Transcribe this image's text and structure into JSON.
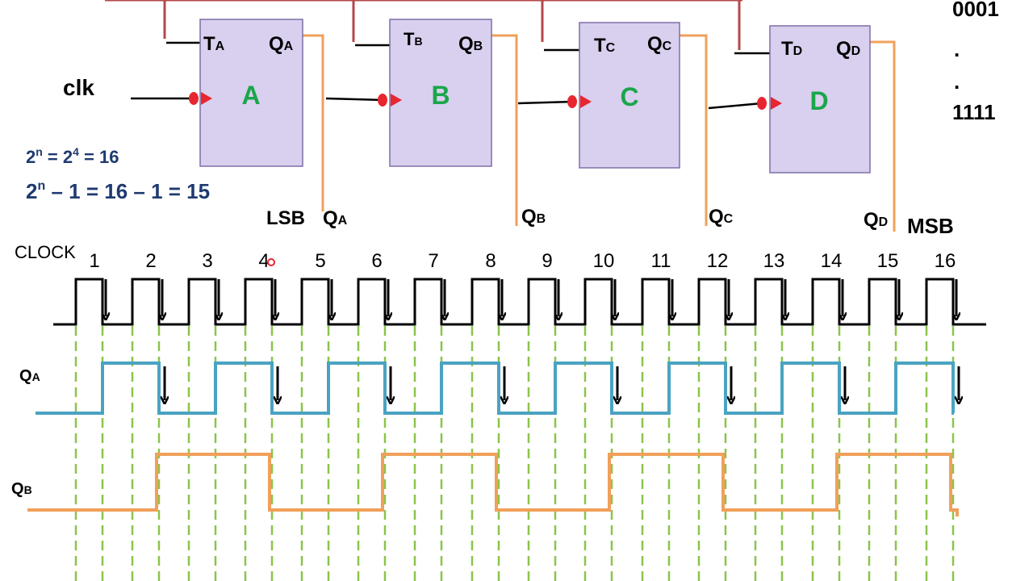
{
  "colors": {
    "flipflop_fill": "#d9cfee",
    "flipflop_stroke": "#7f6fa8",
    "wire_red": "#b5474b",
    "wire_orange": "#f0a05a",
    "qa_wave": "#4aa3c2",
    "qb_wave": "#f0a05a",
    "guide": "#8cc44a",
    "clock_dot": "#e8262f",
    "ff_name": "#1aa64a",
    "formula": "#1f3a70"
  },
  "circuit": {
    "clk_label": "clk",
    "flipflops": [
      {
        "name": "A",
        "t_main": "T",
        "t_sub": "A",
        "q_main": "Q",
        "q_sub": "A"
      },
      {
        "name": "B",
        "t_main": "T",
        "t_sub": "B",
        "q_main": "Q",
        "q_sub": "B"
      },
      {
        "name": "C",
        "t_main": "T",
        "t_sub": "C",
        "q_main": "Q",
        "q_sub": "C"
      },
      {
        "name": "D",
        "t_main": "T",
        "t_sub": "D",
        "q_main": "Q",
        "q_sub": "D"
      }
    ],
    "outputs": [
      {
        "main": "Q",
        "sub": "A"
      },
      {
        "main": "Q",
        "sub": "B"
      },
      {
        "main": "Q",
        "sub": "C"
      },
      {
        "main": "Q",
        "sub": "D"
      }
    ],
    "lsb_label": "LSB",
    "msb_label": "MSB"
  },
  "formulas": {
    "f1_a": "2",
    "f1_sup1": "n",
    "f1_b": " = 2",
    "f1_sup2": "4",
    "f1_c": " = 16",
    "f2_a": "2",
    "f2_sup": "n",
    "f2_b": " – 1 = 16 – 1 = 15"
  },
  "sequence": [
    "0001",
    ".",
    ".",
    "1111"
  ],
  "timing": {
    "clock_label": "CLOCK",
    "clock_numbers": [
      "1",
      "2",
      "3",
      "4",
      "5",
      "6",
      "7",
      "8",
      "9",
      "10",
      "11",
      "12",
      "13",
      "14",
      "15",
      "16"
    ],
    "qa_label_main": "Q",
    "qa_label_sub": "A",
    "qb_label_main": "Q",
    "qb_label_sub": "B"
  }
}
